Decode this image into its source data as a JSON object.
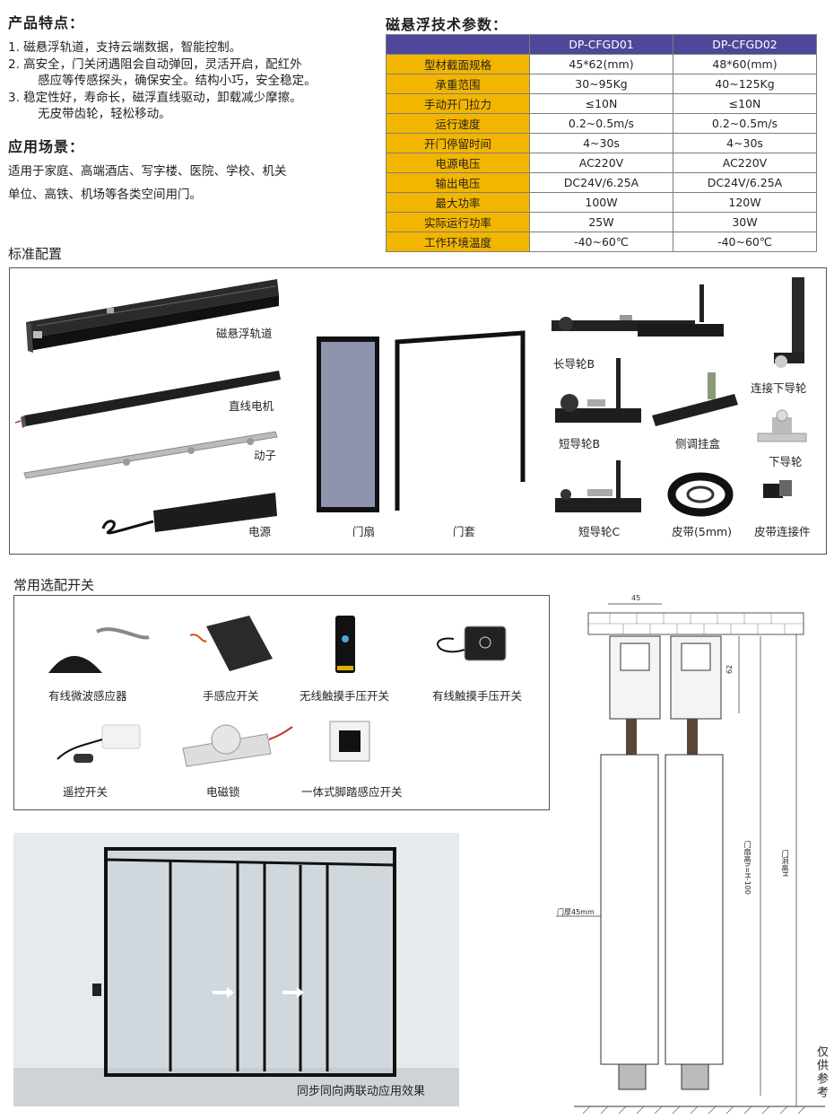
{
  "features": {
    "title": "产品特点：",
    "items": [
      "1. 磁悬浮轨道，支持云端数据，智能控制。",
      "2. 高安全，门关闭遇阻会自动弹回，灵活开启，配红外",
      "    感应等传感探头，确保安全。结构小巧，安全稳定。",
      "3. 稳定性好，寿命长，磁浮直线驱动，卸载减少摩擦。",
      "    无皮带齿轮，轻松移动。"
    ]
  },
  "scenes": {
    "title": "应用场景：",
    "line1": "适用于家庭、高端酒店、写字楼、医院、学校、机关",
    "line2": "单位、高铁、机场等各类空间用门。"
  },
  "spec": {
    "title": "磁悬浮技术参数：",
    "models": [
      "DP-CFGD01",
      "DP-CFGD02"
    ],
    "rows": [
      {
        "label": "型材截面规格",
        "a": "45*62(mm)",
        "b": "48*60(mm)"
      },
      {
        "label": "承重范围",
        "a": "30~95Kg",
        "b": "40~125Kg"
      },
      {
        "label": "手动开门拉力",
        "a": "≤10N",
        "b": "≤10N"
      },
      {
        "label": "运行速度",
        "a": "0.2~0.5m/s",
        "b": "0.2~0.5m/s"
      },
      {
        "label": "开门停留时间",
        "a": "4~30s",
        "b": "4~30s"
      },
      {
        "label": "电源电压",
        "a": "AC220V",
        "b": "AC220V"
      },
      {
        "label": "输出电压",
        "a": "DC24V/6.25A",
        "b": "DC24V/6.25A"
      },
      {
        "label": "最大功率",
        "a": "100W",
        "b": "120W"
      },
      {
        "label": "实际运行功率",
        "a": "25W",
        "b": "30W"
      },
      {
        "label": "工作环境温度",
        "a": "-40~60℃",
        "b": "-40~60℃"
      }
    ],
    "header_color": "#4d4899",
    "label_color": "#f2b600"
  },
  "standard": {
    "title": "标准配置",
    "items": {
      "track": "磁悬浮轨道",
      "motor": "直线电机",
      "mover": "动子",
      "power": "电源",
      "leaf": "门扇",
      "frame": "门套",
      "long_guide_b": "长导轮B",
      "short_guide_b": "短导轮B",
      "side_box": "侧调挂盒",
      "short_guide_c": "短导轮C",
      "belt": "皮带(5mm)",
      "belt_connector": "皮带连接件",
      "lower_connector": "连接下导轮",
      "lower_guide": "下导轮"
    }
  },
  "switches": {
    "title": "常用选配开关",
    "items": {
      "microwave": "有线微波感应器",
      "hand_sensor": "手感应开关",
      "wireless_touch": "无线触摸手压开关",
      "wired_touch": "有线触摸手压开关",
      "remote": "遥控开关",
      "maglock": "电磁锁",
      "foot_sensor": "一体式脚踏感应开关"
    }
  },
  "photo": {
    "caption": "同步同向两联动应用效果"
  },
  "drawing": {
    "dim_top": "45",
    "dim_side": "62",
    "door_thickness": "门厚45mm",
    "leaf_height": "门扇高h=H-100",
    "opening_height": "门洞高H",
    "note": "仅供参考"
  }
}
